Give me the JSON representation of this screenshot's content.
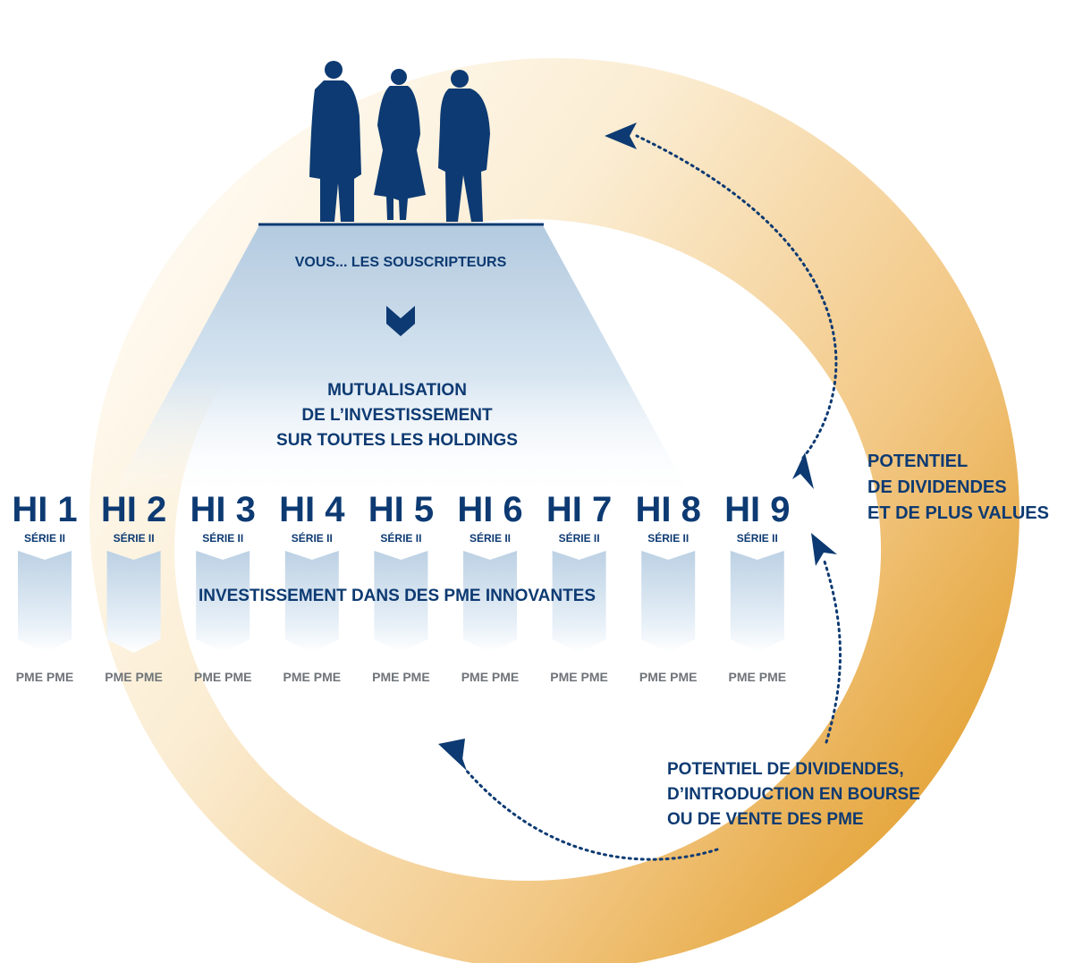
{
  "colors": {
    "navy": "#0d3a72",
    "ring_light": "#fdf3e2",
    "ring_dark": "#e3a12f",
    "trapezoid_top": "#b4cbe0",
    "chevron_top": "#bdd2e5",
    "pme_grey": "#6f7479"
  },
  "icons": {
    "subscribers": "people-silhouette-icon",
    "down_arrow": "chevron-down-icon",
    "arrowheads": "arrowhead-icon"
  },
  "subscribers_label": "VOUS... LES SOUSCRIPTEURS",
  "mutualisation": {
    "line1": "MUTUALISATION",
    "line2": "DE L’INVESTISSEMENT",
    "line3": "SUR TOUTES LES HOLDINGS"
  },
  "holdings": [
    {
      "code": "HI 1",
      "serie": "SÉRIE II",
      "pme": "PME PME"
    },
    {
      "code": "HI 2",
      "serie": "SÉRIE II",
      "pme": "PME PME"
    },
    {
      "code": "HI 3",
      "serie": "SÉRIE II",
      "pme": "PME PME"
    },
    {
      "code": "HI 4",
      "serie": "SÉRIE II",
      "pme": "PME PME"
    },
    {
      "code": "HI 5",
      "serie": "SÉRIE II",
      "pme": "PME PME"
    },
    {
      "code": "HI 6",
      "serie": "SÉRIE II",
      "pme": "PME PME"
    },
    {
      "code": "HI 7",
      "serie": "SÉRIE II",
      "pme": "PME PME"
    },
    {
      "code": "HI 8",
      "serie": "SÉRIE II",
      "pme": "PME PME"
    },
    {
      "code": "HI 9",
      "serie": "SÉRIE II",
      "pme": "PME PME"
    }
  ],
  "investment_label": "INVESTISSEMENT DANS DES PME INNOVANTES",
  "potentiel_right": {
    "line1": "POTENTIEL",
    "line2": "DE DIVIDENDES",
    "line3": "ET DE PLUS VALUES"
  },
  "potentiel_bottom": {
    "line1": "POTENTIEL DE DIVIDENDES,",
    "line2": "D’INTRODUCTION EN BOURSE",
    "line3": "OU DE VENTE DES PME"
  }
}
